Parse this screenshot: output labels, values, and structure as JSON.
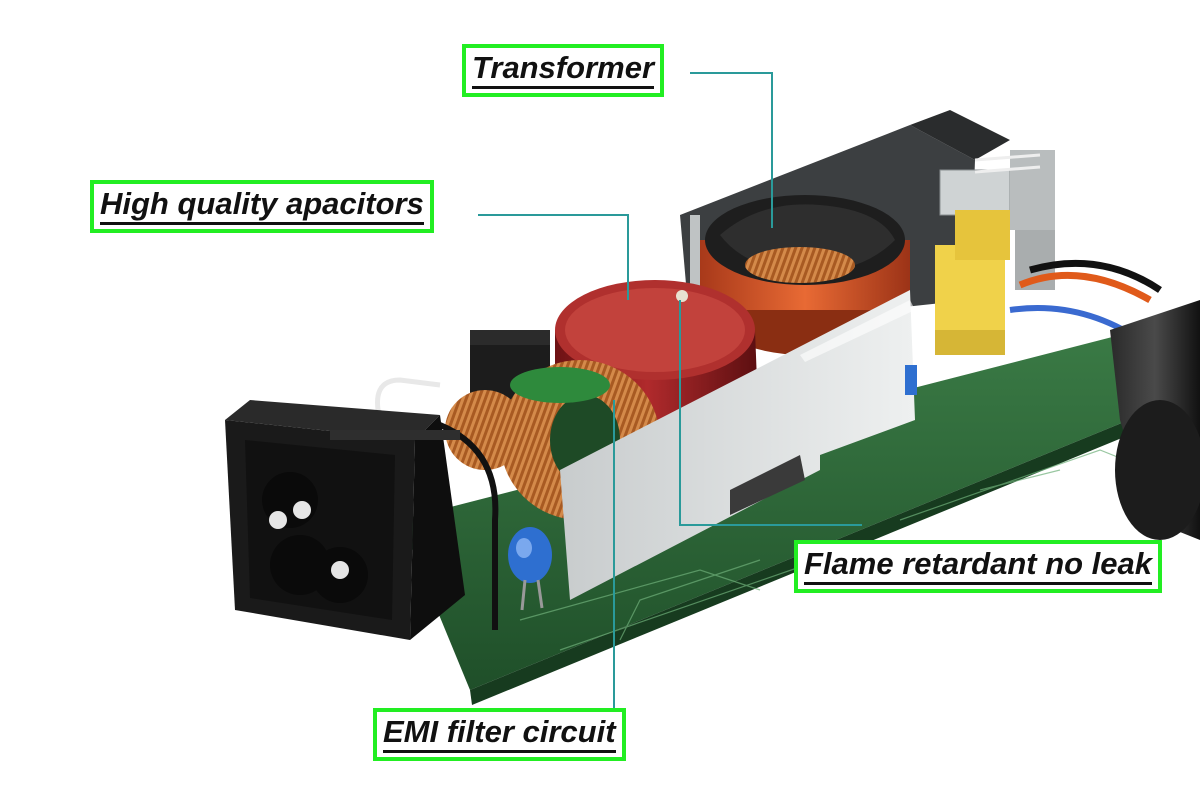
{
  "labels": {
    "transformer": "Transformer",
    "capacitors": "High quality apacitors",
    "flame": "Flame retardant no leak",
    "emi": "EMI filter circuit"
  },
  "colors": {
    "callout_border": "#22ee22",
    "leader_line": "#2a9a9a",
    "pcb": "#2f6b3a",
    "capacitor": "#9a1f22",
    "transformer": "#d2562a",
    "coil": "#b8672a",
    "insulator_sheet": "#d9dcdd",
    "connector": "#1a1a1a"
  },
  "icons": {
    "inlet": "iec-c6-inlet-icon",
    "cable": "dc-cable-icon"
  }
}
